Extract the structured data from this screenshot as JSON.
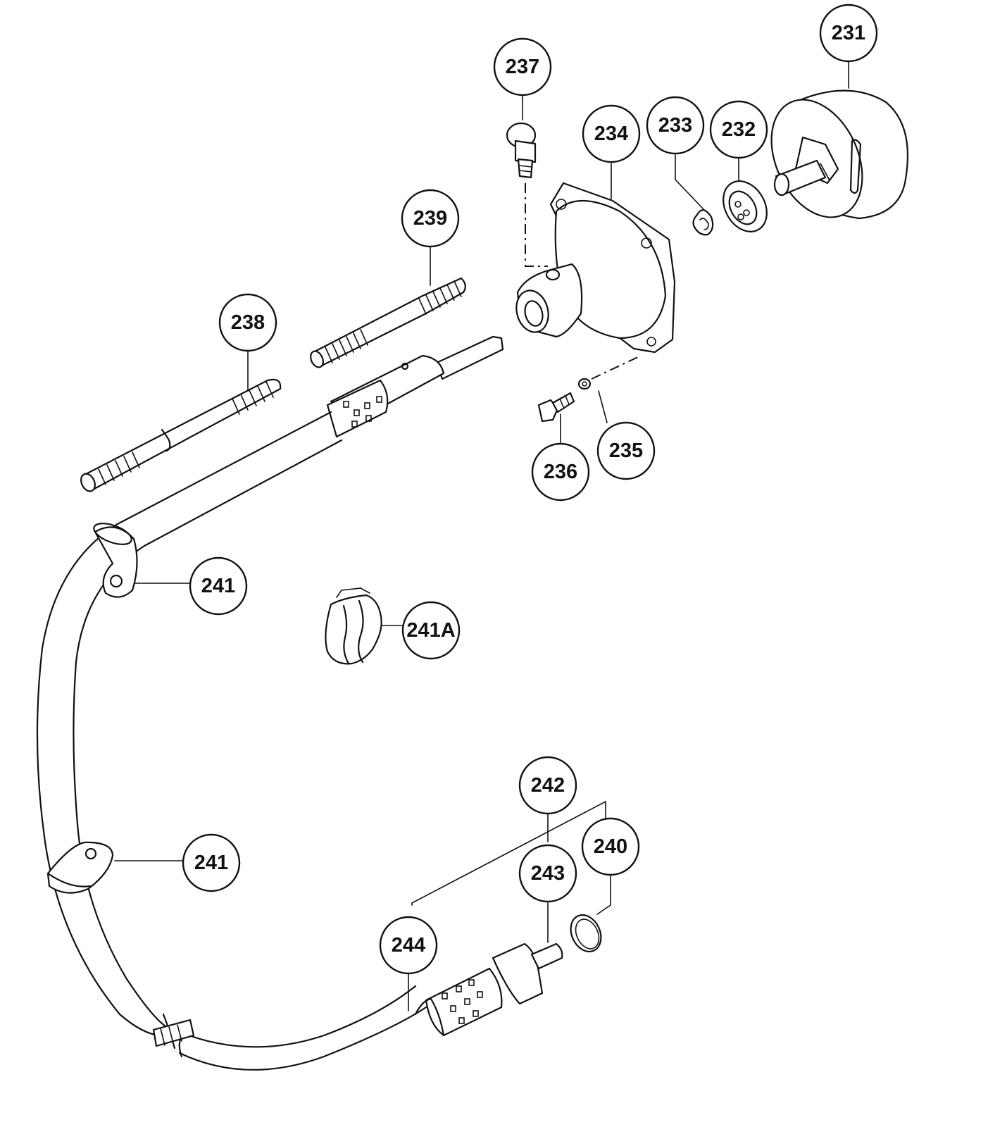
{
  "callouts": {
    "c231": "231",
    "c232": "232",
    "c233": "233",
    "c234": "234",
    "c235": "235",
    "c236": "236",
    "c237": "237",
    "c238": "238",
    "c239": "239",
    "c240": "240",
    "c241_upper": "241",
    "c241a": "241A",
    "c241_lower": "241",
    "c242": "242",
    "c243": "243",
    "c244": "244"
  }
}
